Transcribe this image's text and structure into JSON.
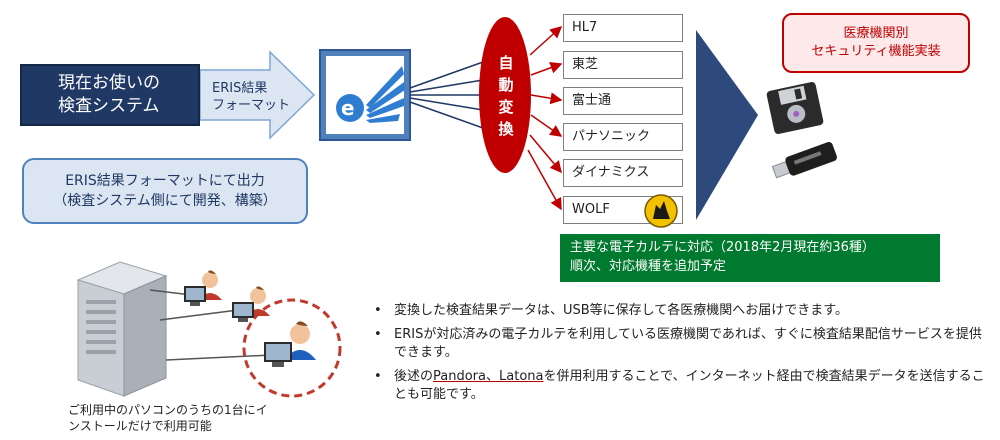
{
  "current_system": {
    "line1": "現在お使いの",
    "line2": "検査システム"
  },
  "arrow_label": {
    "line1": "ERIS結果",
    "line2": "フォーマット"
  },
  "output_note": {
    "line1": "ERIS結果フォーマットにて出力",
    "line2": "（検査システム側にて開発、構築）"
  },
  "auto_convert": [
    "自",
    "動",
    "変",
    "換"
  ],
  "vendors": [
    "HL7",
    "東芝",
    "富士通",
    "パナソニック",
    "ダイナミクス",
    "WOLF"
  ],
  "security": {
    "line1": "医療機関別",
    "line2": "セキュリティ機能実装"
  },
  "ehr_support": {
    "line1": "主要な電子カルテに対応（2018年2月現在約36種）",
    "line2": "順次、対応機種を追加予定"
  },
  "bullets": [
    {
      "text": "変換した検査結果データは、USB等に保存して各医療機関へお届けできます。"
    },
    {
      "text": "ERISが対応済みの電子カルテを利用している医療機関であれば、すぐに検査結果配信サービスを提供できます。"
    },
    {
      "pre": "後述の",
      "link1": "Pandora",
      "sep": "、",
      "link2": "Latona",
      "post": "を併用利用することで、インターネット経由で検査結果データを送信することも可能です。"
    }
  ],
  "bullet_symbol": "•",
  "install_note": {
    "line1": "ご利用中のパソコンのうちの1台にイ",
    "line2": "ンストールだけで利用可能"
  },
  "colors": {
    "navy": "#1f3864",
    "blue": "#4f81bd",
    "red": "#c00000",
    "green": "#007a2e",
    "arrow_blue": "#2e4a7d"
  },
  "icons": [
    "eris-logo-icon",
    "floppy-disk-icon",
    "usb-drive-icon",
    "wolf-logo-icon",
    "server-icon",
    "user-computer-icon"
  ]
}
